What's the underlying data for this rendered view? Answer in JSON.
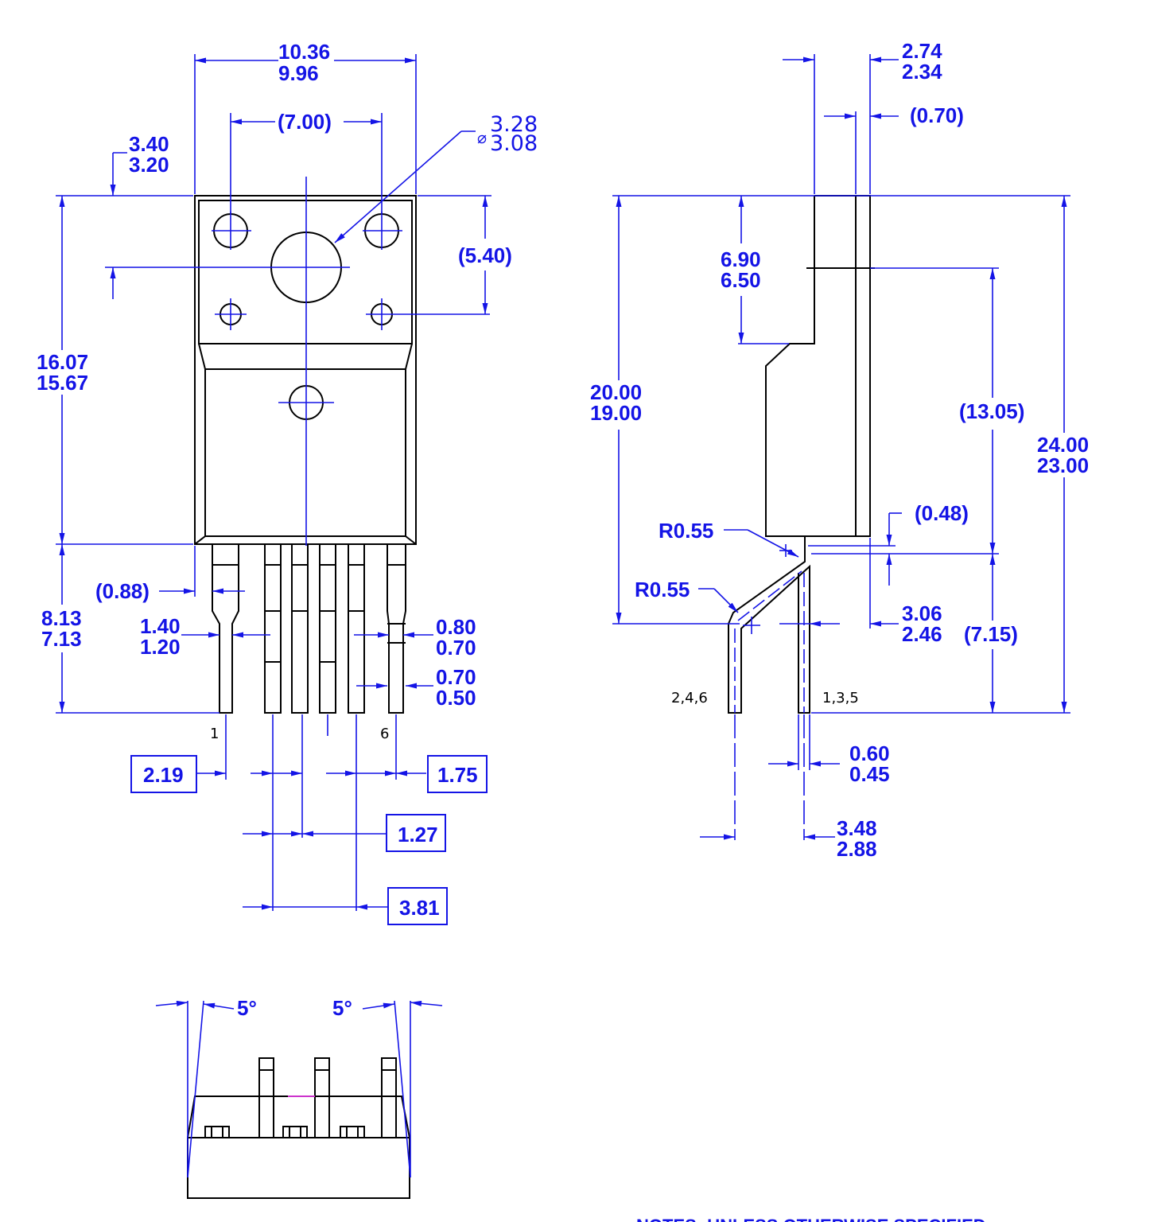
{
  "colors": {
    "dimension": "#1414e6",
    "outline": "#000000",
    "background": "#ffffff"
  },
  "front_view": {
    "body_width_max": "10.36",
    "body_width_min": "9.96",
    "hole_spacing": "(7.00)",
    "hole_dia_symbol": "⌀",
    "hole_dia_max": "3.28",
    "hole_dia_min": "3.08",
    "hole_offset_max": "3.40",
    "hole_offset_min": "3.20",
    "tab_height": "(5.40)",
    "body_height_max": "16.07",
    "body_height_min": "15.67",
    "edge_offset": "(0.88)",
    "lead_length_max": "8.13",
    "lead_length_min": "7.13",
    "lead_width_max": "1.40",
    "lead_width_min": "1.20",
    "lead_tip_max": "0.80",
    "lead_tip_min": "0.70",
    "lead_thk_max": "0.70",
    "lead_thk_min": "0.50",
    "pin_first": "1",
    "pin_last": "6",
    "box_left": "2.19",
    "box_right": "1.75",
    "box_pitch": "1.27",
    "box_span": "3.81"
  },
  "side_view": {
    "thickness_max": "2.74",
    "thickness_min": "2.34",
    "tab_thickness": "(0.70)",
    "step_max": "6.90",
    "step_min": "6.50",
    "height_max": "20.00",
    "height_min": "19.00",
    "upper": "(13.05)",
    "overall_max": "24.00",
    "overall_min": "23.00",
    "radius_upper": "R0.55",
    "radius_lower": "R0.55",
    "gap": "(0.48)",
    "offset_max": "3.06",
    "offset_min": "2.46",
    "lead_bottom": "(7.15)",
    "pins_even": "2,4,6",
    "pins_odd": "1,3,5",
    "lead_thk_max": "0.60",
    "lead_thk_min": "0.45",
    "row_spacing_max": "3.48",
    "row_spacing_min": "2.88"
  },
  "bottom_view": {
    "angle_left": "5°",
    "angle_right": "5°"
  },
  "notes": {
    "heading": "NOTES: UNLESS OTHERWISE SPECIFIED"
  }
}
